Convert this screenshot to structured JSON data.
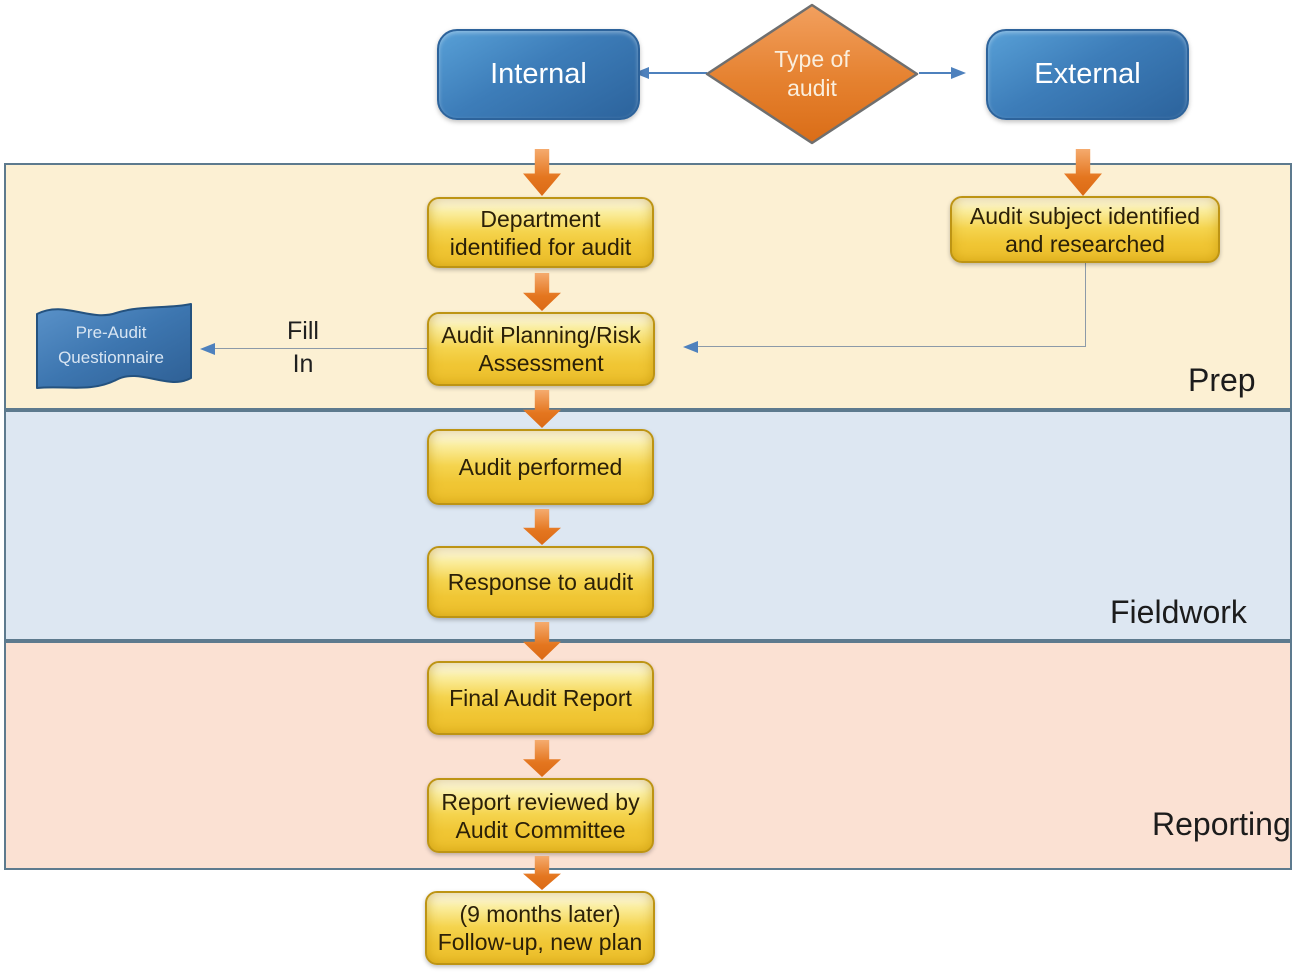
{
  "decision": {
    "line1": "Type of",
    "line2": "audit"
  },
  "terminals": {
    "internal": "Internal",
    "external": "External"
  },
  "bands": [
    {
      "label": "Prep"
    },
    {
      "label": "Fieldwork"
    },
    {
      "label": "Reporting"
    }
  ],
  "steps": [
    {
      "lines": [
        "Department",
        "identified for audit"
      ]
    },
    {
      "lines": [
        "Audit subject identified",
        "and researched"
      ]
    },
    {
      "lines": [
        "Audit Planning/Risk",
        "Assessment"
      ]
    },
    {
      "lines": [
        "Audit performed"
      ]
    },
    {
      "lines": [
        "Response to audit"
      ]
    },
    {
      "lines": [
        "Final Audit Report"
      ]
    },
    {
      "lines": [
        "Report reviewed by",
        "Audit Committee"
      ]
    },
    {
      "lines": [
        "(9 months later)",
        "Follow-up, new plan"
      ]
    }
  ],
  "document": {
    "line1": "Pre-Audit",
    "line2": "Questionnaire"
  },
  "edge_labels": {
    "fill_line1": "Fill",
    "fill_line2": "In"
  },
  "colors": {
    "band_prep": "#FCF0D3",
    "band_fieldwork": "#DDE7F2",
    "band_reporting": "#FBE1D3",
    "node_gold": "#F0C634",
    "node_blue": "#3573AE",
    "arrow_orange": "#E4761F",
    "connector_blue": "#4E81BD",
    "diamond_orange": "#E8822F"
  }
}
